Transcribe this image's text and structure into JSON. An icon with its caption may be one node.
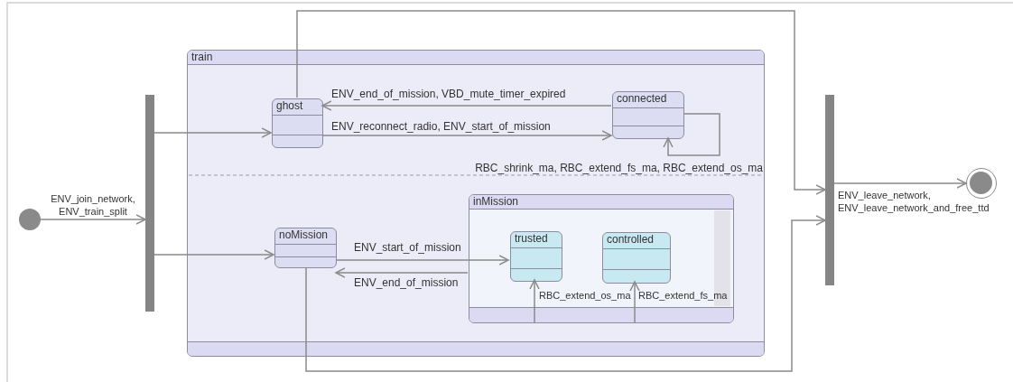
{
  "diagram": {
    "nodes": [
      {
        "text": [],
        "shape": "circle"
      },
      {
        "text": [],
        "shape": "bar"
      },
      {
        "text": [
          "train"
        ]
      },
      {
        "text": [
          "ghost"
        ],
        "in": 2
      },
      {
        "text": [
          "connected"
        ],
        "in": 2
      },
      {
        "text": [
          "noMission"
        ],
        "in": 2
      },
      {
        "text": [
          "inMission"
        ],
        "in": 2
      },
      {
        "text": [
          "trusted"
        ],
        "in": 6
      },
      {
        "text": [
          "controlled"
        ],
        "in": 6
      },
      {
        "text": [],
        "shape": "bar"
      },
      {
        "text": [],
        "shape": "circle"
      }
    ],
    "edges": [
      {
        "from": 0,
        "to": 1,
        "arrow": "to",
        "label": "ENV_join_network, ENV_train_split"
      },
      {
        "from": 1,
        "to": 3,
        "arrow": "to"
      },
      {
        "from": 1,
        "to": 5,
        "arrow": "to"
      },
      {
        "from": 3,
        "to": 4,
        "arrow": "to",
        "label": "ENV_reconnect_radio, ENV_start_of_mission"
      },
      {
        "from": 4,
        "to": 3,
        "arrow": "to",
        "label": "ENV_end_of_mission, VBD_mute_timer_expired"
      },
      {
        "from": 4,
        "to": 4,
        "arrow": "to",
        "label": "RBC_shrink_ma, RBC_extend_fs_ma, RBC_extend_os_ma"
      },
      {
        "from": 5,
        "to": 7,
        "arrow": "to",
        "label": "ENV_start_of_mission"
      },
      {
        "from": 6,
        "to": 5,
        "arrow": "to",
        "label": "ENV_end_of_mission"
      },
      {
        "from": 6,
        "to": 7,
        "arrow": "to",
        "label": "RBC_extend_os_ma"
      },
      {
        "from": 6,
        "to": 8,
        "arrow": "to",
        "label": "RBC_extend_fs_ma"
      },
      {
        "from": 3,
        "to": 9,
        "arrow": "to"
      },
      {
        "from": 5,
        "to": 9,
        "arrow": "to"
      },
      {
        "from": 9,
        "to": 10,
        "arrow": "to",
        "label": "ENV_leave_network, ENV_leave_network_and_free_ttd"
      }
    ]
  }
}
